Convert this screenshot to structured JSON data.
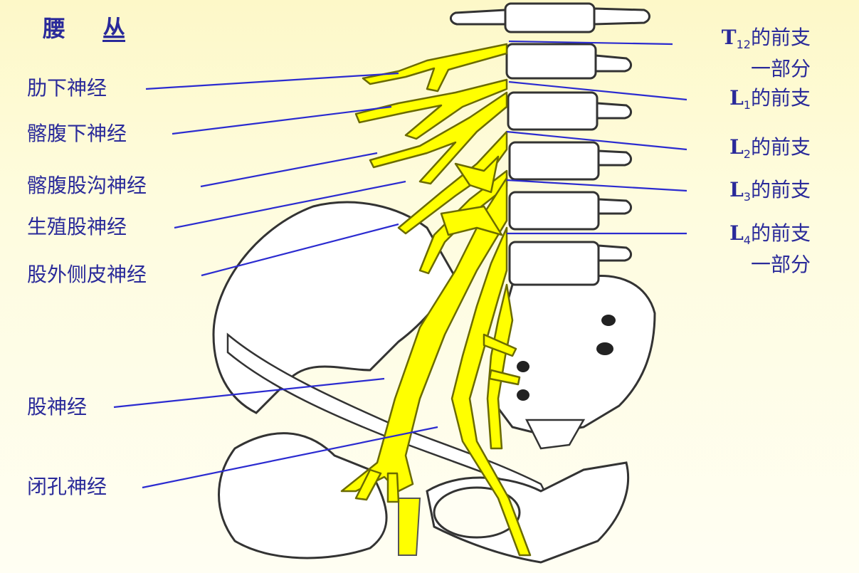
{
  "title": {
    "word1": "腰",
    "word2": "丛"
  },
  "left_labels": [
    "肋下神经",
    "髂腹下神经",
    "髂腹股沟神经",
    "生殖股神经",
    "股外侧皮神经",
    "股神经",
    "闭孔神经"
  ],
  "right_labels": [
    {
      "code": "T",
      "sub": "12",
      "text": "的前支",
      "line2": "一部分"
    },
    {
      "code": "L",
      "sub": "1",
      "text": "的前支"
    },
    {
      "code": "L",
      "sub": "2",
      "text": "的前支"
    },
    {
      "code": "L",
      "sub": "3",
      "text": "的前支"
    },
    {
      "code": "L",
      "sub": "4",
      "text": "的前支",
      "line2": "一部分"
    }
  ],
  "colors": {
    "label_text": "#2a2a9a",
    "leader_line": "#2b2bd0",
    "nerve_fill": "#ffff00",
    "nerve_stroke": "#6b6b00",
    "bone_fill": "#ffffff",
    "bone_stroke": "#333333",
    "background": "#fdf8c8"
  }
}
